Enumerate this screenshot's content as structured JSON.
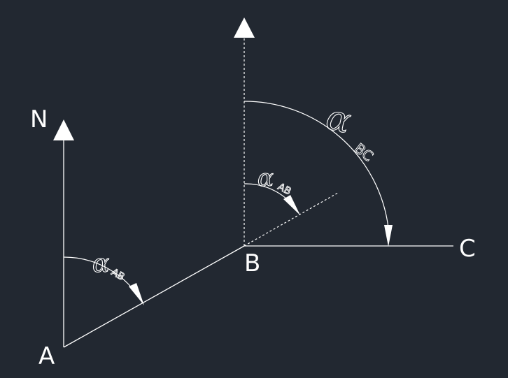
{
  "labels": {
    "north": "N",
    "point_a": "A",
    "point_b": "B",
    "point_c": "C"
  },
  "angles": {
    "alpha_symbol": "α",
    "ab_subscript": "AB",
    "bc_subscript": "BC"
  },
  "colors": {
    "background": "#222831",
    "stroke": "#ffffff"
  }
}
